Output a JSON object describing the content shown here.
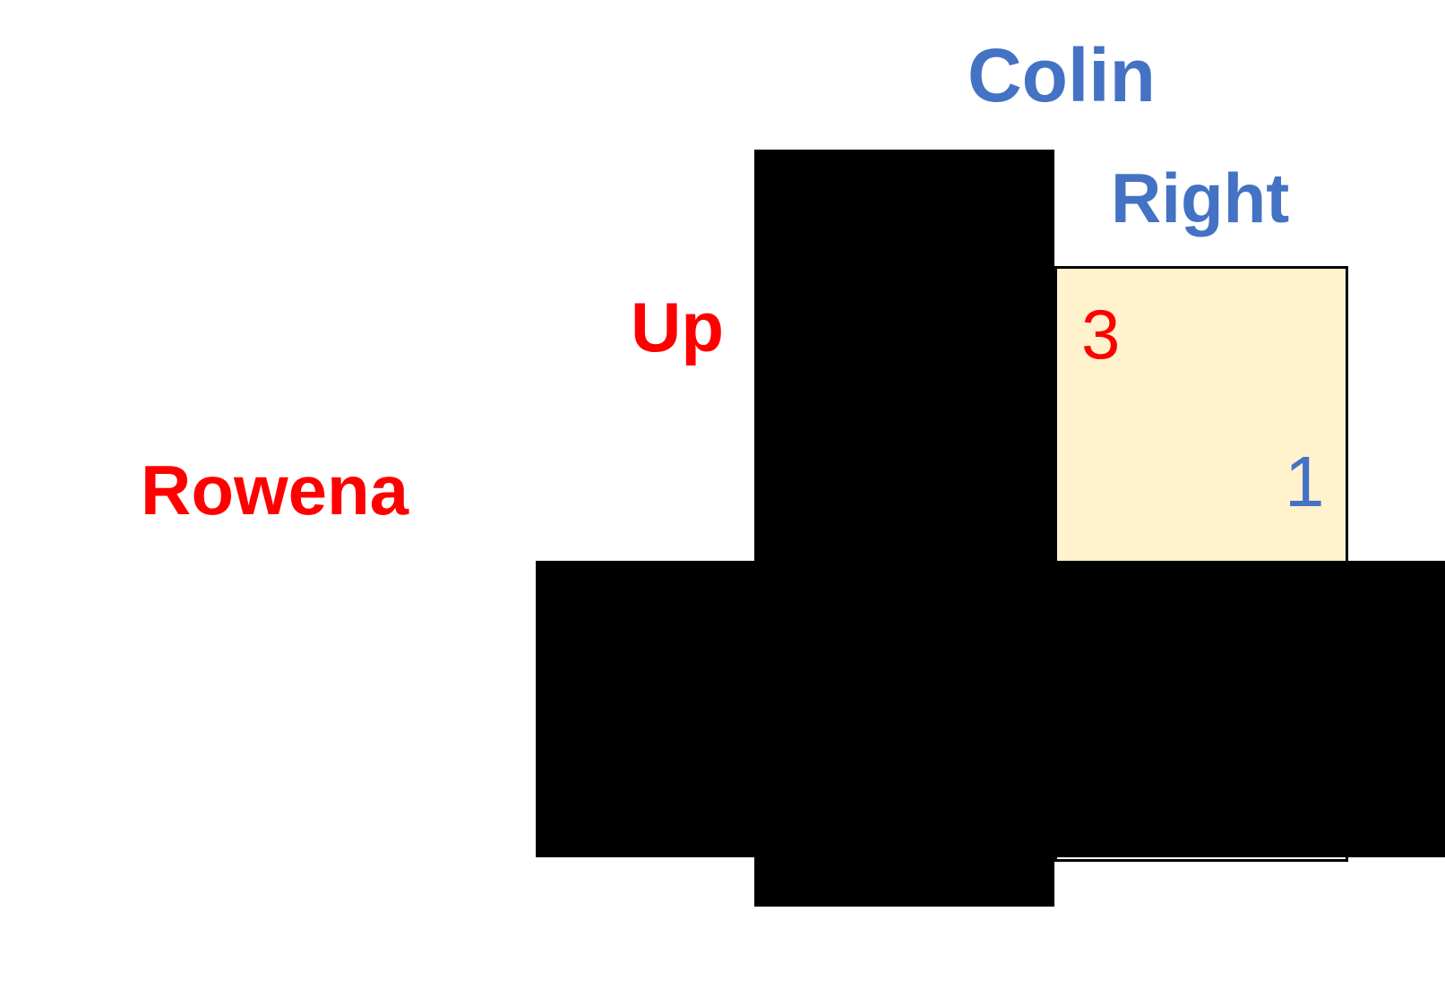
{
  "players": {
    "column": {
      "name": "Colin",
      "strategy": "Right",
      "color": "#4472C4"
    },
    "row": {
      "name": "Rowena",
      "strategy": "Up",
      "color": "#FF0000"
    }
  },
  "cell": {
    "fill_color": "#FFF2CC",
    "row_payoff": "3",
    "column_payoff": "1"
  }
}
